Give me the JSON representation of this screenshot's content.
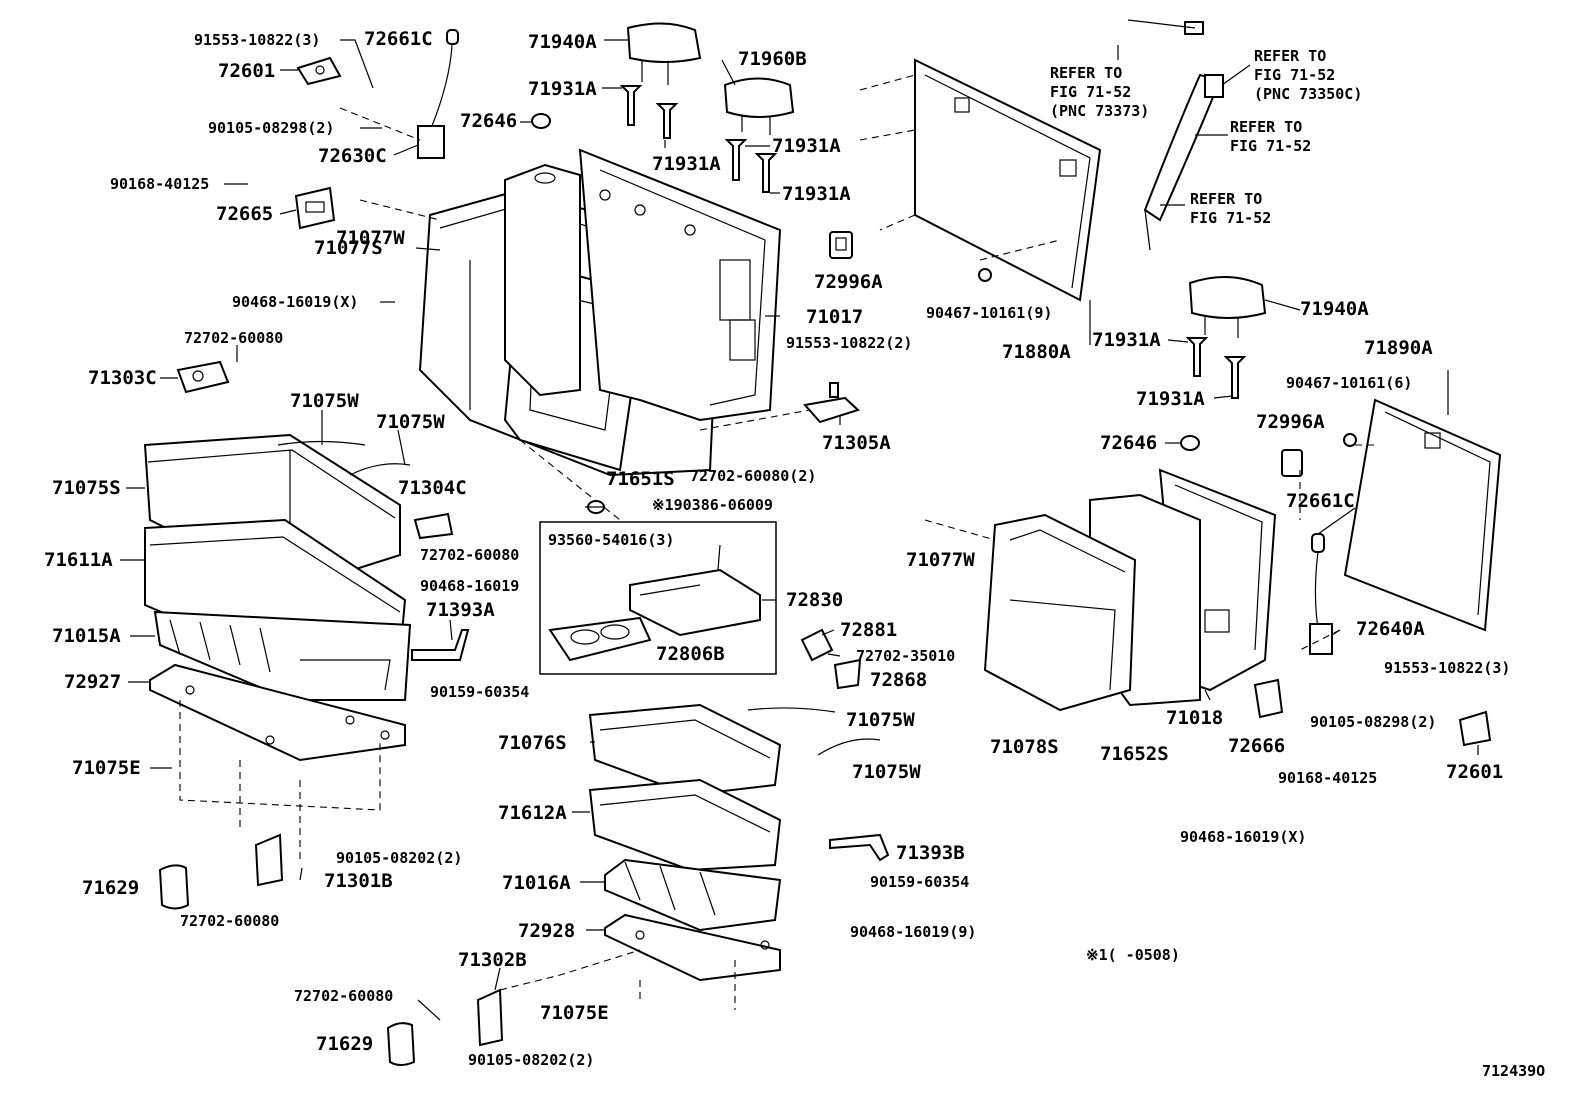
{
  "labels": {
    "l_91553_10822_3_a": "91553-10822(3)",
    "l_72661c_a": "72661C",
    "l_71940a_a": "71940A",
    "l_72601_a": "72601",
    "l_71931a_a": "71931A",
    "l_71960b": "71960B",
    "l_90105_08298_2_a": "90105-08298(2)",
    "l_72646_a": "72646",
    "l_71931a_b": "71931A",
    "l_71931a_c": "71931A",
    "l_72630c": "72630C",
    "l_71931a_d": "71931A",
    "l_90168_40125_a": "90168-40125",
    "l_72665": "72665",
    "l_71077w_a": "71077W",
    "l_71077s": "71077S",
    "l_72996a_a": "72996A",
    "l_90468_16019_x_a": "90468-16019(X)",
    "l_71017": "71017",
    "l_72702_60080_a": "72702-60080",
    "l_91553_10822_2": "91553-10822(2)",
    "l_71303c": "71303C",
    "l_71075w_a": "71075W",
    "l_71075w_b": "71075W",
    "l_71305a": "71305A",
    "l_72702_60080_2": "72702-60080(2)",
    "l_71651s": "71651S",
    "l_71075s": "71075S",
    "l_71304c": "71304C",
    "l_90386_06009": "※190386-06009",
    "l_72702_60080_b": "72702-60080",
    "l_71611a": "71611A",
    "l_93560_54016_3": "93560-54016(3)",
    "l_90468_16019_a": "90468-16019",
    "l_71393a": "71393A",
    "l_72830": "72830",
    "l_71015a": "71015A",
    "l_72881": "72881",
    "l_72806b": "72806B",
    "l_72702_35010": "72702-35010",
    "l_72927": "72927",
    "l_90159_60354_a": "90159-60354",
    "l_72868": "72868",
    "l_71075w_c": "71075W",
    "l_71076s": "71076S",
    "l_71075e_a": "71075E",
    "l_71075w_d": "71075W",
    "l_71612a": "71612A",
    "l_90105_08202_2_a": "90105-08202(2)",
    "l_71393b": "71393B",
    "l_71629_a": "71629",
    "l_71301b": "71301B",
    "l_71016a": "71016A",
    "l_90159_60354_b": "90159-60354",
    "l_72702_60080_c": "72702-60080",
    "l_72928": "72928",
    "l_90468_16019_9": "90468-16019(9)",
    "l_71302b": "71302B",
    "l_72702_60080_d": "72702-60080",
    "l_71075e_b": "71075E",
    "l_71629_b": "71629",
    "l_90105_08202_2_b": "90105-08202(2)",
    "l_refer_1": "REFER TO",
    "l_refer_1b": "FIG 71-52",
    "l_refer_1c": "(PNC 73373)",
    "l_refer_2": "REFER TO",
    "l_refer_2b": "FIG 71-52",
    "l_refer_2c": "(PNC 73350C)",
    "l_refer_3": "REFER TO",
    "l_refer_3b": "FIG 71-52",
    "l_refer_4": "REFER TO",
    "l_refer_4b": "FIG 71-52",
    "l_90467_10161_9": "90467-10161(9)",
    "l_71880a": "71880A",
    "l_71940a_b": "71940A",
    "l_71931a_e": "71931A",
    "l_71890a": "71890A",
    "l_90467_10161_6": "90467-10161(6)",
    "l_71931a_f": "71931A",
    "l_72996a_b": "72996A",
    "l_72646_b": "72646",
    "l_72661c_b": "72661C",
    "l_71077w_b": "71077W",
    "l_72640a": "72640A",
    "l_91553_10822_3_b": "91553-10822(3)",
    "l_90105_08298_2_b": "90105-08298(2)",
    "l_71018": "71018",
    "l_72666": "72666",
    "l_71078s": "71078S",
    "l_71652s": "71652S",
    "l_90168_40125_b": "90168-40125",
    "l_72601_b": "72601",
    "l_90468_16019_x_b": "90468-16019(X)",
    "l_note": "※1(     -0508)",
    "l_diagram_id": "712439O"
  }
}
